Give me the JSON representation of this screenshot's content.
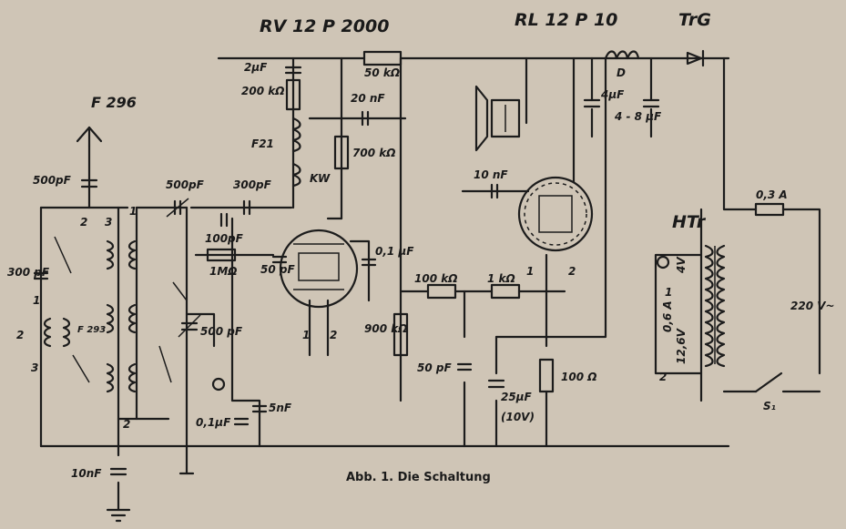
{
  "tubes": {
    "rf": "RV 12 P 2000",
    "af": "RL 12 P 10",
    "rect": "TrG"
  },
  "coil": "F 296",
  "caption": "Abb. 1. Die Schaltung",
  "labels": {
    "c_2uF": "2μF",
    "r_200k": "200 kΩ",
    "r_50k": "50 kΩ",
    "c_20nF": "20 nF",
    "f21": "F21",
    "r_700k": "700 kΩ",
    "kw": "KW",
    "c_500pF_ant": "500pF",
    "c_500pF_top": "500pF",
    "c_300pF_top": "300pF",
    "c_100pF": "100pF",
    "r_1M": "1MΩ",
    "c_50pF_grid": "50 pF",
    "c_01uF_tube": "0,1 μF",
    "c_300pF_left": "300 pF",
    "coil_f293": "F 293",
    "c_500pF_var": "500 pF",
    "c_01uF_bot": "0,1μF",
    "c_5nF": "5nF",
    "c_10nF_bot": "10nF",
    "r_900k": "900 kΩ",
    "r_100k": "100 kΩ",
    "r_1k": "1 kΩ",
    "c_50pF_mid": "50 pF",
    "c_25uF": "25μF",
    "v_10V": "(10V)",
    "r_100": "100 Ω",
    "c_10nF_mid": "10 nF",
    "choke_D": "D",
    "c_4uF": "4μF",
    "c_4_8uF": "4 - 8 μF",
    "htr": "HTr",
    "fuse": "0,3 A",
    "mains": "220 V~",
    "switch": "S₁",
    "v4": "4V",
    "v_12_6": "12,6V",
    "a_0_6": "0,6 A",
    "pin1": "1",
    "pin2": "2",
    "pin3": "3"
  }
}
